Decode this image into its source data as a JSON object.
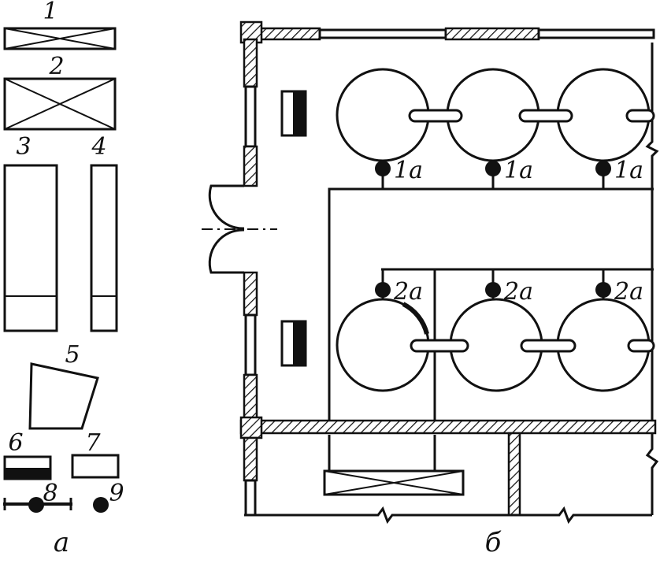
{
  "legend": {
    "label_1": "1",
    "label_2": "2",
    "label_3": "3",
    "label_4": "4",
    "label_5": "5",
    "label_6": "6",
    "label_7": "7",
    "label_8": "8",
    "label_9": "9",
    "caption": "a"
  },
  "plan": {
    "row1_labels": [
      "1a",
      "1a",
      "1a"
    ],
    "row2_labels": [
      "2a",
      "2a",
      "2a"
    ],
    "caption": "б"
  }
}
